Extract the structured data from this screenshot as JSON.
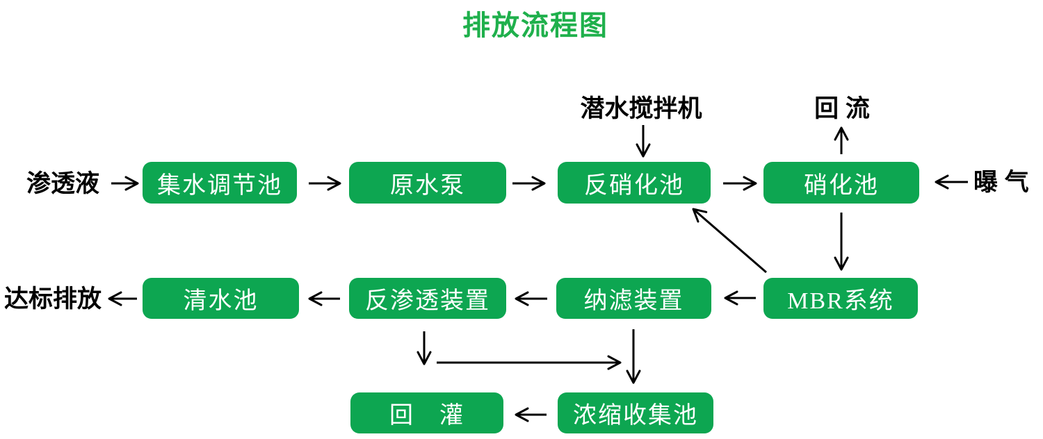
{
  "title": "排放流程图",
  "colors": {
    "box_green": "#0da651",
    "title_green": "#1fb04c",
    "box_text": "#ffffff",
    "label_text": "#000000",
    "arrow": "#000000"
  },
  "nodes": {
    "collecting_tank": "集水调节池",
    "raw_water_pump": "原水泵",
    "denitrification_tank": "反硝化池",
    "nitrification_tank": "硝化池",
    "clean_water_tank": "清水池",
    "reverse_osmosis_unit": "反渗透装置",
    "nanofiltration_unit": "纳滤装置",
    "mbr_system": "MBR系统",
    "reinjection": "回　灌",
    "concentrate_collection_tank": "浓缩收集池"
  },
  "labels": {
    "leachate": "渗透液",
    "submersible_mixer": "潜水搅拌机",
    "return_flow": "回 流",
    "aeration": "曝 气",
    "compliant_discharge": "达标排放"
  },
  "edges": [
    {
      "from": "渗透液",
      "to": "集水调节池"
    },
    {
      "from": "集水调节池",
      "to": "原水泵"
    },
    {
      "from": "原水泵",
      "to": "反硝化池"
    },
    {
      "from": "反硝化池",
      "to": "硝化池"
    },
    {
      "from": "曝气",
      "to": "硝化池"
    },
    {
      "from": "潜水搅拌机",
      "to": "反硝化池"
    },
    {
      "from": "硝化池",
      "to": "回流"
    },
    {
      "from": "硝化池",
      "to": "MBR系统"
    },
    {
      "from": "MBR系统",
      "to": "反硝化池"
    },
    {
      "from": "MBR系统",
      "to": "纳滤装置"
    },
    {
      "from": "纳滤装置",
      "to": "反渗透装置"
    },
    {
      "from": "反渗透装置",
      "to": "清水池"
    },
    {
      "from": "清水池",
      "to": "达标排放"
    },
    {
      "from": "反渗透装置",
      "to": "浓缩收集池"
    },
    {
      "from": "纳滤装置",
      "to": "浓缩收集池"
    },
    {
      "from": "浓缩收集池",
      "to": "回灌"
    }
  ]
}
